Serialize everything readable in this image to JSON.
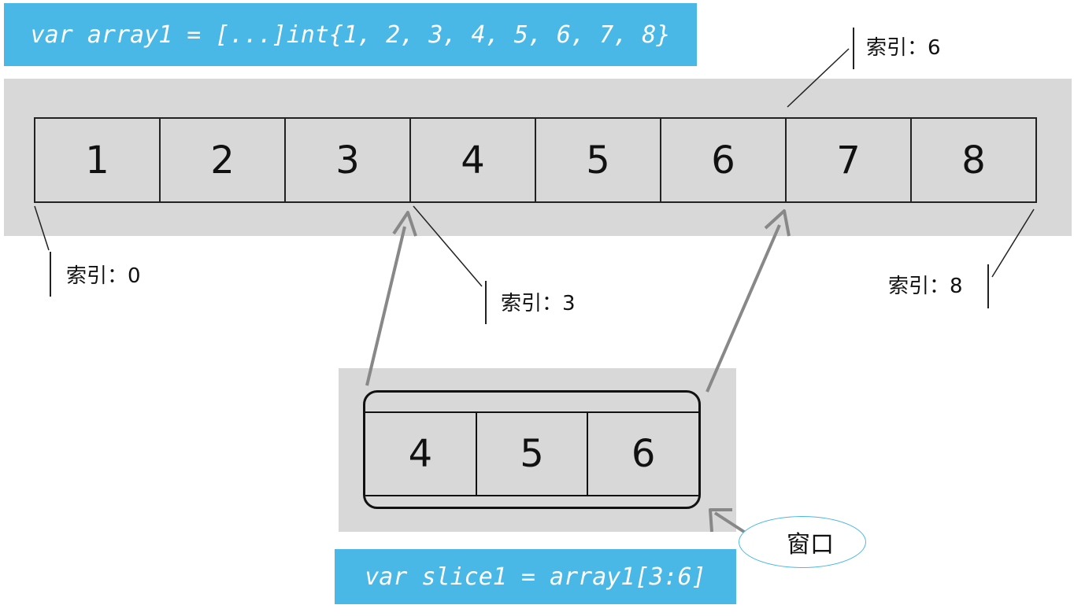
{
  "array_declaration": "var array1 = [...]int{1, 2, 3, 4, 5, 6, 7, 8}",
  "array_values": [
    "1",
    "2",
    "3",
    "4",
    "5",
    "6",
    "7",
    "8"
  ],
  "slice_values": [
    "4",
    "5",
    "6"
  ],
  "slice_declaration": "var slice1 = array1[3:6]",
  "index_labels": {
    "idx0": "索引：0",
    "idx3": "索引：3",
    "idx6": "索引：6",
    "idx8": "索引：8"
  },
  "window_label": "窗口",
  "colors": {
    "banner": "#4ab8e6",
    "band": "#d8d8d8",
    "arrow": "#888888"
  }
}
